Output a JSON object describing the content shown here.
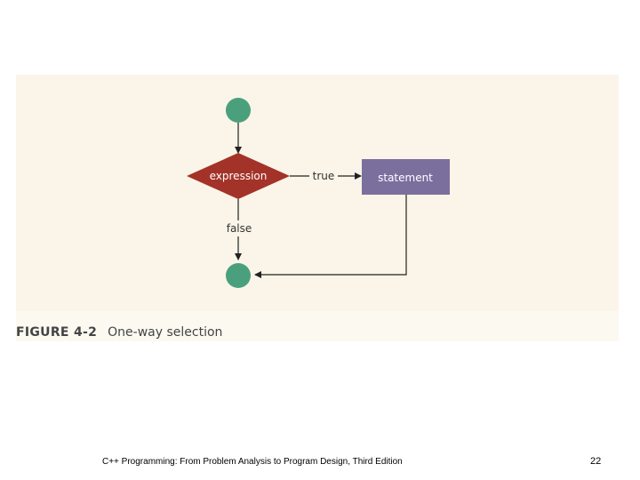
{
  "diagram": {
    "decision_label": "expression",
    "true_label": "true",
    "false_label": "false",
    "statement_label": "statement",
    "colors": {
      "node_fill": "#4aa07d",
      "decision_fill": "#a33328",
      "statement_fill": "#7b6f9e",
      "panel_background": "#faf5e8"
    }
  },
  "caption": {
    "label": "FIGURE 4-2",
    "title": "One-way selection"
  },
  "footer": {
    "book_title": "C++ Programming: From Problem Analysis to Program Design, Third Edition",
    "page_number": "22"
  }
}
